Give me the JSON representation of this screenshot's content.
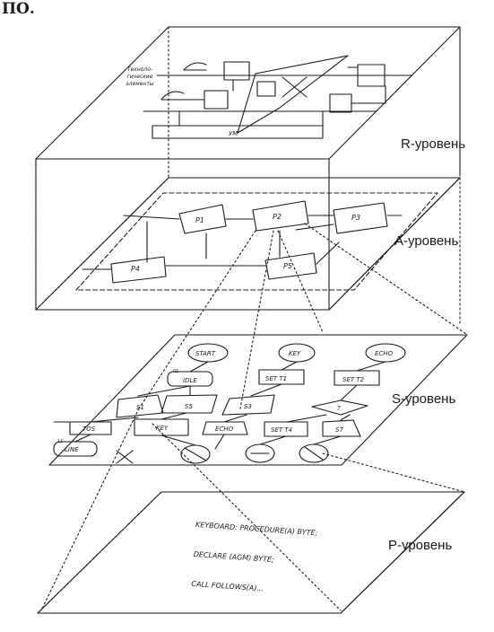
{
  "header": {
    "text": "ПО."
  },
  "levels": {
    "r": {
      "label": "R-уровень",
      "tech_label": "Техноло- гические",
      "tech_label_2": "элементы",
      "bus": "УМ"
    },
    "a": {
      "label": "A-уровень",
      "processes": [
        "P1",
        "P2",
        "P3",
        "P4",
        "P5"
      ]
    },
    "s": {
      "label": "S-уровень",
      "start": "START",
      "key": "KEY",
      "echo": "ECHO",
      "idle_num": "01",
      "idle": "IDLE",
      "set_t1": "SET T1",
      "set_t2": "SET T2",
      "s1": "S1",
      "s5": "S5",
      "s3": "S3",
      "question": "?",
      "tos": "TOS",
      "key2": "KEY",
      "echo2": "ECHO",
      "set_t4": "SET T4",
      "s7": "S7",
      "line_num": "11",
      "line": "LINE"
    },
    "p": {
      "label": "P-уровень",
      "code": [
        "KEYBOARD: PROCEDURE(A) BYTE;",
        "DECLARE (AGM) BYTE;",
        "CALL FOLLOWS(A)..."
      ]
    }
  }
}
